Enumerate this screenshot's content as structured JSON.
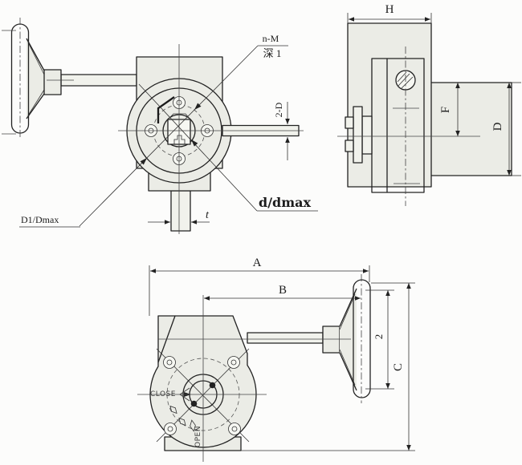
{
  "views": {
    "front": {
      "labels": {
        "thread_spec": "n-M",
        "thread_depth": "深 1",
        "output_shaft_dim": "2-D",
        "bore_dim": "d/dmax",
        "flange_dim": "D1/Dmax",
        "stem_width_dim": "t"
      }
    },
    "side": {
      "labels": {
        "body_width_dim": "H",
        "flange_offset_dim": "F",
        "body_height_dim": "D"
      }
    },
    "plan": {
      "labels": {
        "overall_length_dim": "A",
        "handwheel_center_dim": "B",
        "handwheel_width_dim": "2",
        "overall_height_dim": "C",
        "close_marking": "CLOSE",
        "open_marking": "OPEN"
      }
    }
  },
  "colors": {
    "ink": "#222222",
    "body_fill": "#ebece6",
    "light_fill": "#f1f2ec",
    "paper": "#fcfcfb"
  }
}
